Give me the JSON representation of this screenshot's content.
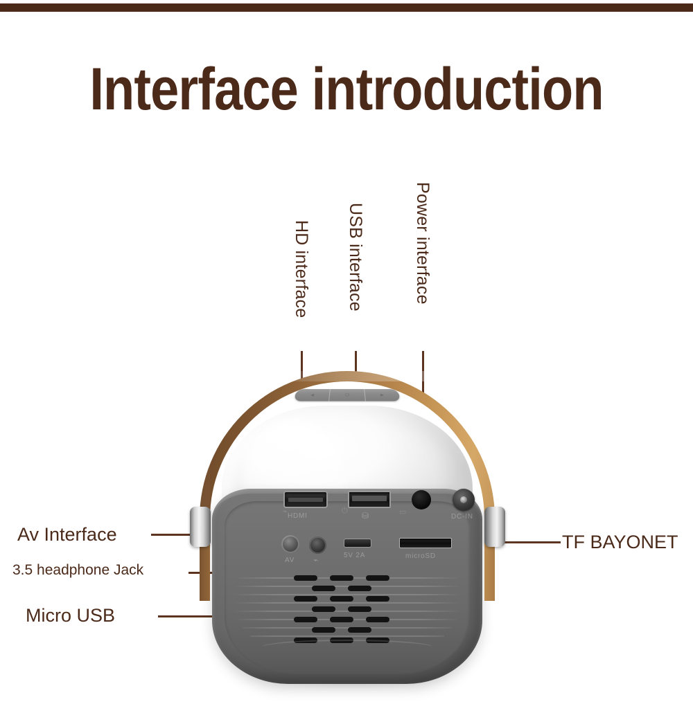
{
  "page": {
    "title": "Interface introduction",
    "accent_color": "#4b2a1a",
    "leader_color": "#5c3420",
    "background_color": "#ffffff"
  },
  "top_bar": {
    "color": "#4b2a1a"
  },
  "callouts": {
    "top": [
      {
        "id": "hd-interface",
        "label": "HD interface",
        "orientation": "vertical",
        "points_to": "hdmi-port"
      },
      {
        "id": "usb-interface",
        "label": "USB interface",
        "orientation": "vertical",
        "points_to": "usb-port"
      },
      {
        "id": "power-interface",
        "label": "Power interface",
        "orientation": "vertical",
        "points_to": "dc-in-port"
      }
    ],
    "left": [
      {
        "id": "av-interface",
        "label": "Av Interface",
        "size": "big",
        "points_to": "av-jack"
      },
      {
        "id": "headphone-jack",
        "label": "3.5 headphone Jack",
        "size": "small",
        "points_to": "headphone-jack"
      },
      {
        "id": "micro-usb",
        "label": "Micro USB",
        "size": "big",
        "points_to": "micro-usb-port"
      }
    ],
    "right": [
      {
        "id": "tf-bayonet",
        "label": "TF BAYONET",
        "size": "big",
        "points_to": "microsd-slot"
      }
    ]
  },
  "device": {
    "name": "portable-projector",
    "body_color": "#6e6e6e",
    "shell_color": "#ffffff",
    "handle_color": "#9a6d3d",
    "top_buttons": [
      {
        "id": "btn-left",
        "glyph": "◄"
      },
      {
        "id": "btn-power",
        "glyph": "⏻"
      },
      {
        "id": "btn-right",
        "glyph": "►"
      }
    ],
    "ports": [
      {
        "id": "hdmi-port",
        "silk": "HDMI",
        "type": "hdmi"
      },
      {
        "id": "usb-port",
        "silk": "",
        "glyph": "⛁",
        "type": "usb-a"
      },
      {
        "id": "ir-sensor",
        "silk": "",
        "type": "ir-receiver"
      },
      {
        "id": "dc-in-port",
        "silk": "DC-IN",
        "type": "dc-barrel"
      },
      {
        "id": "av-jack",
        "silk": "AV",
        "type": "av"
      },
      {
        "id": "headphone-jack",
        "silk": "",
        "glyph": "⌁",
        "type": "audio-3.5mm"
      },
      {
        "id": "micro-usb-port",
        "silk": "5V 2A",
        "type": "micro-usb"
      },
      {
        "id": "microsd-slot",
        "silk": "microSD",
        "type": "tf-card-slot"
      }
    ]
  }
}
